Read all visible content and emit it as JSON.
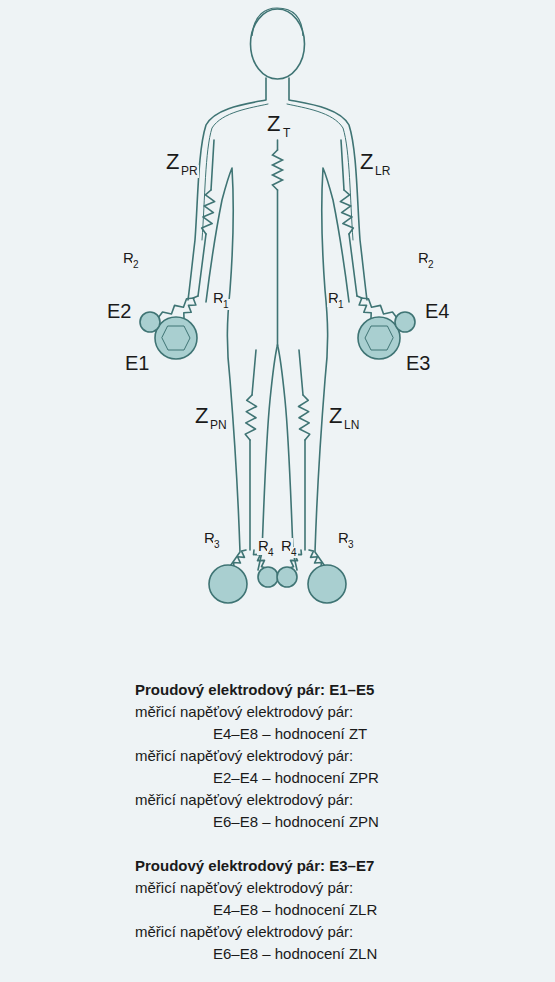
{
  "diagram": {
    "labels": [
      "Z",
      "T",
      "Z",
      "PR",
      "Z",
      "LR",
      "R",
      "2",
      "R",
      "1",
      "E2",
      "E1",
      "R",
      "1",
      "R",
      "2",
      "E4",
      "E3",
      "Z",
      "PN",
      "Z",
      "LN",
      "R",
      "3",
      "R",
      "4",
      "R",
      "4",
      "R",
      "3",
      "Proudový elektrodový pár: E1–E5",
      "měřicí napěťový elektrodový pár:",
      "E4–E8 – hodnocení ZT",
      "měřicí napěťový elektrodový pár:",
      "E2–E4 – hodnocení ZPR",
      "měřicí napěťový elektrodový pár:",
      "E6–E8 – hodnocení ZPN",
      "Proudový elektrodový pár: E3–E7",
      "měřicí napěťový elektrodový pár:",
      "E4–E8 – hodnocení ZLR",
      "měřicí napěťový elektrodový pár:",
      "E6–E8 – hodnocení ZLN"
    ]
  }
}
